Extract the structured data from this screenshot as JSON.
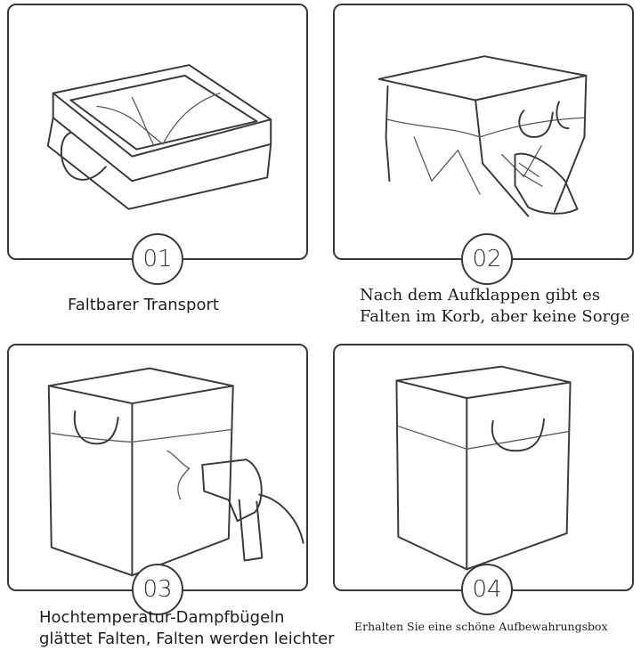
{
  "steps": [
    {
      "number": "01",
      "caption_lines": [
        "Faltbarer Transport"
      ]
    },
    {
      "number": "02",
      "caption_lines": [
        "Nach dem Aufklappen gibt es",
        "Falten im Korb, aber keine Sorge"
      ]
    },
    {
      "number": "03",
      "caption_lines": [
        "Hochtemperatur-Dampfbügeln",
        "glättet Falten, Falten werden leichter"
      ]
    },
    {
      "number": "04",
      "caption_lines": [
        "Erhalten Sie eine schöne Aufbewahrungsbox"
      ]
    }
  ]
}
